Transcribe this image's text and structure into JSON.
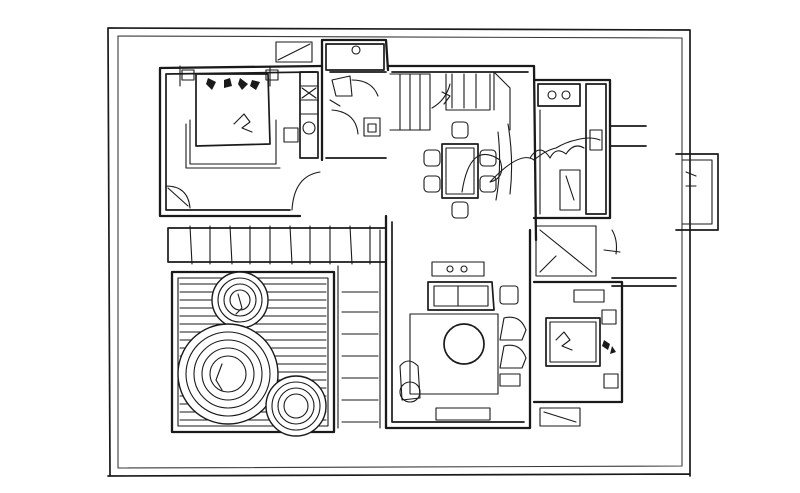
{
  "drawing": {
    "kind": "hand-sketched floor plan",
    "ink_color": "#1a1a1a",
    "paper_color": "#ffffff",
    "has_text_labels": false,
    "rooms": [
      {
        "name": "bedroom-main",
        "furniture": [
          "double-bed",
          "pillows",
          "bedside-table",
          "swing-door"
        ]
      },
      {
        "name": "bathroom-top",
        "furniture": [
          "sink",
          "toilet",
          "shower"
        ]
      },
      {
        "name": "stair-hall",
        "furniture": [
          "stair-flight"
        ]
      },
      {
        "name": "dining",
        "furniture": [
          "dining-table",
          "chair",
          "chair",
          "chair",
          "chair",
          "chair",
          "chair"
        ]
      },
      {
        "name": "kitchen",
        "furniture": [
          "stove",
          "counter",
          "sink"
        ]
      },
      {
        "name": "balcony",
        "furniture": [
          "railing",
          "door"
        ]
      },
      {
        "name": "living-room",
        "furniture": [
          "sofa",
          "round-coffee-table",
          "armchair",
          "bar-stools",
          "tv-console"
        ]
      },
      {
        "name": "bedroom-small",
        "furniture": [
          "single-bed",
          "bedside-lamp",
          "desk"
        ]
      },
      {
        "name": "zen-garden",
        "furniture": [
          "raked-sand-circles",
          "stepping-stones",
          "pergola"
        ]
      },
      {
        "name": "storage",
        "furniture": [
          "closet"
        ]
      }
    ],
    "icons": [
      "signature-scribble-icon",
      "pillow-icon",
      "door-swing-icon"
    ]
  }
}
